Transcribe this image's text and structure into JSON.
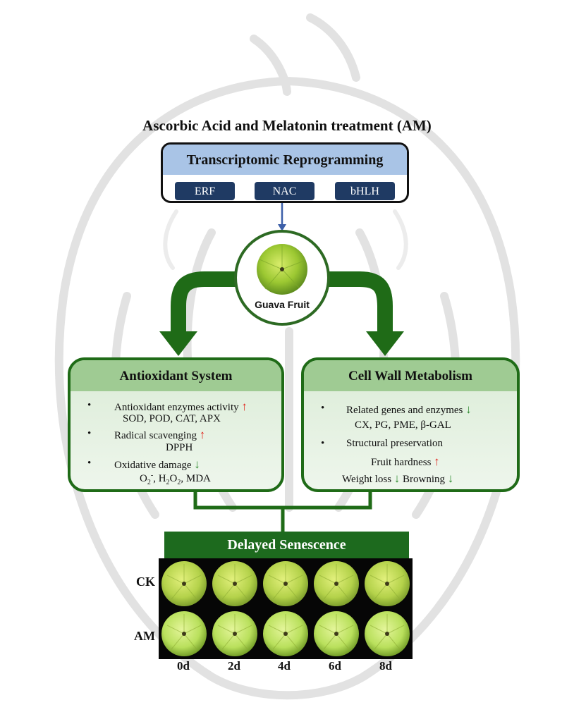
{
  "title": "Ascorbic Acid  and Melatonin treatment (AM)",
  "transcriptomic": {
    "heading": "Transcriptomic Reprogramming",
    "factors": [
      "ERF",
      "NAC",
      "bHLH"
    ]
  },
  "fruit_label": "Guava Fruit",
  "antioxidant": {
    "heading": "Antioxidant System",
    "item1": "Antioxidant enzymes activity",
    "item1_sub": "SOD, POD, CAT, APX",
    "item2": "Radical scavenging",
    "item2_sub": "DPPH",
    "item3": "Oxidative damage",
    "item3_sub_a": "O",
    "item3_sub_a_sub": "2",
    "item3_sub_a_sup": "-",
    "item3_sub_b": ", H",
    "item3_sub_b_sub": "2",
    "item3_sub_c": "O",
    "item3_sub_c_sub": "2",
    "item3_sub_d": ", MDA"
  },
  "cellwall": {
    "heading": "Cell Wall Metabolism",
    "item1": "Related genes and enzymes",
    "item1_sub": "CX, PG, PME, β-GAL",
    "item2": "Structural preservation",
    "item2_sub": "Fruit hardness",
    "item3a": "Weight loss",
    "item3b": "Browning"
  },
  "bullet": "•",
  "arrows": {
    "up": "↑",
    "down": "↓"
  },
  "outcome": "Delayed Senescence",
  "rows": [
    "CK",
    "AM"
  ],
  "days": [
    "0d",
    "2d",
    "4d",
    "6d",
    "8d"
  ],
  "colors": {
    "dark_green": "#1d6a1e",
    "header_blue": "#a9c4e6",
    "chip_navy": "#1f3a63",
    "up_red": "#e0241c",
    "down_green": "#2c8a2c"
  }
}
